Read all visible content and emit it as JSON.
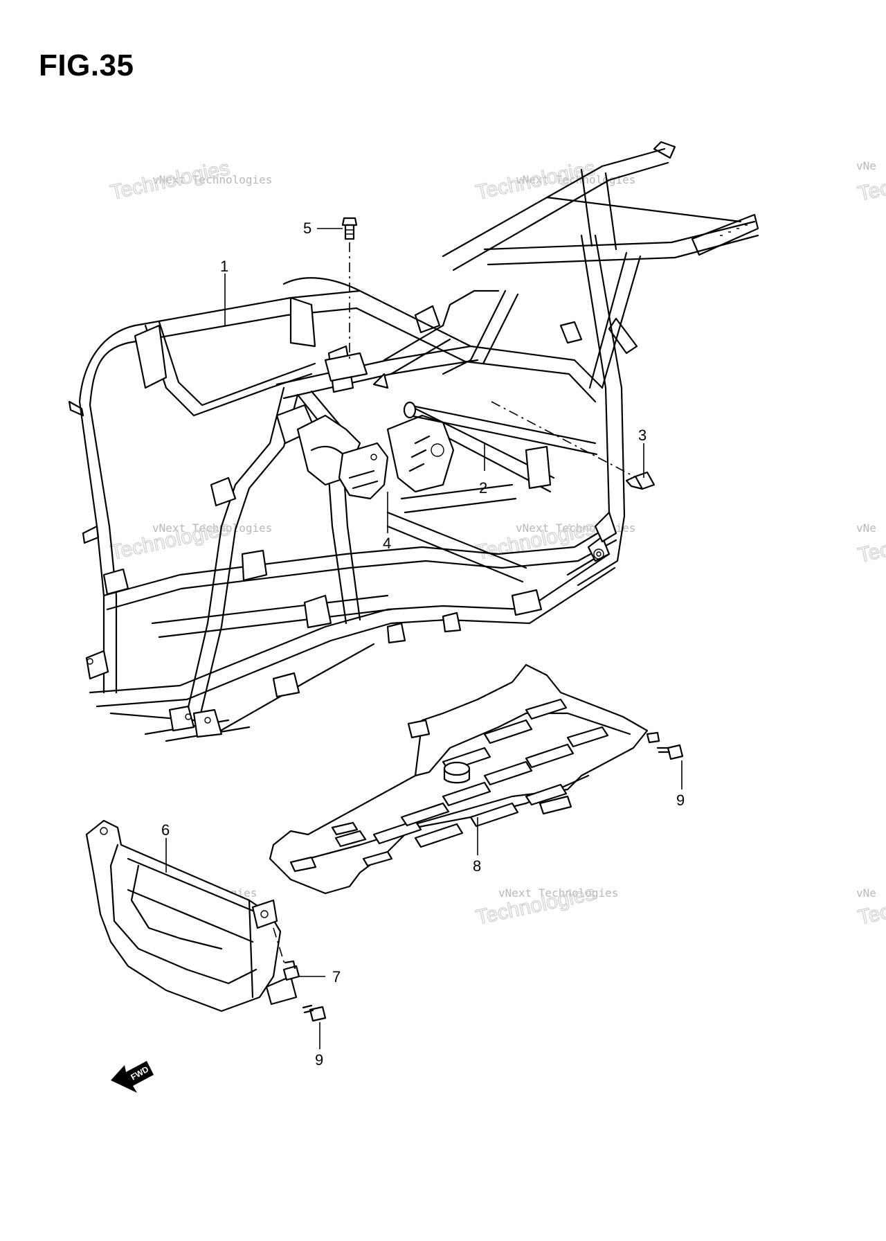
{
  "figure": {
    "title": "FIG.35"
  },
  "watermark": {
    "line1": "vNext Technologies",
    "line2": "Technologies",
    "partial_line1": "vNe",
    "partial_line2": "Tec"
  },
  "callouts": [
    {
      "id": "c1",
      "label": "1"
    },
    {
      "id": "c2",
      "label": "2"
    },
    {
      "id": "c3",
      "label": "3"
    },
    {
      "id": "c4",
      "label": "4"
    },
    {
      "id": "c5",
      "label": "5"
    },
    {
      "id": "c6",
      "label": "6"
    },
    {
      "id": "c7",
      "label": "7"
    },
    {
      "id": "c8",
      "label": "8"
    },
    {
      "id": "c9a",
      "label": "9"
    },
    {
      "id": "c9b",
      "label": "9"
    }
  ],
  "direction_marker": {
    "label": "FWD"
  }
}
